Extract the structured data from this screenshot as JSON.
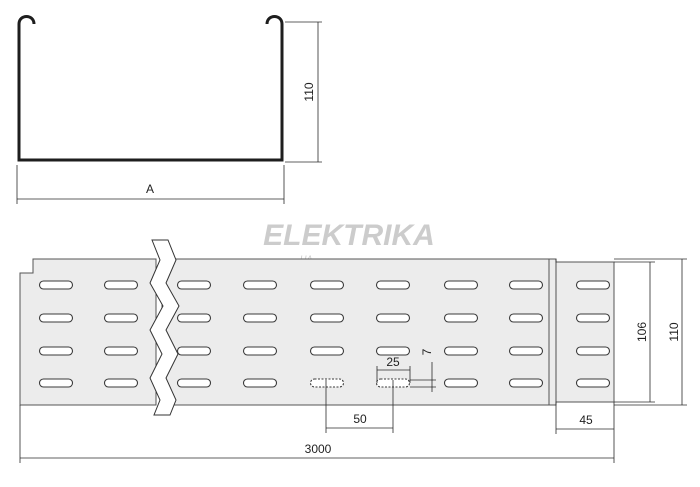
{
  "watermark": {
    "brand": "ELEKTRIKA",
    "domain": ".UA"
  },
  "cross_section": {
    "width_label": "A",
    "height_label": "110"
  },
  "plan_view": {
    "dim_hole_pitch": "50",
    "dim_slot_length": "25",
    "dim_slot_width": "7",
    "dim_total_length": "3000",
    "dim_joint_length": "45",
    "dim_inner_height": "106",
    "dim_outer_height": "110"
  },
  "colors": {
    "line": "#1e1e1e",
    "tray_fill": "#ececec",
    "watermark": "#c8c8c8"
  }
}
